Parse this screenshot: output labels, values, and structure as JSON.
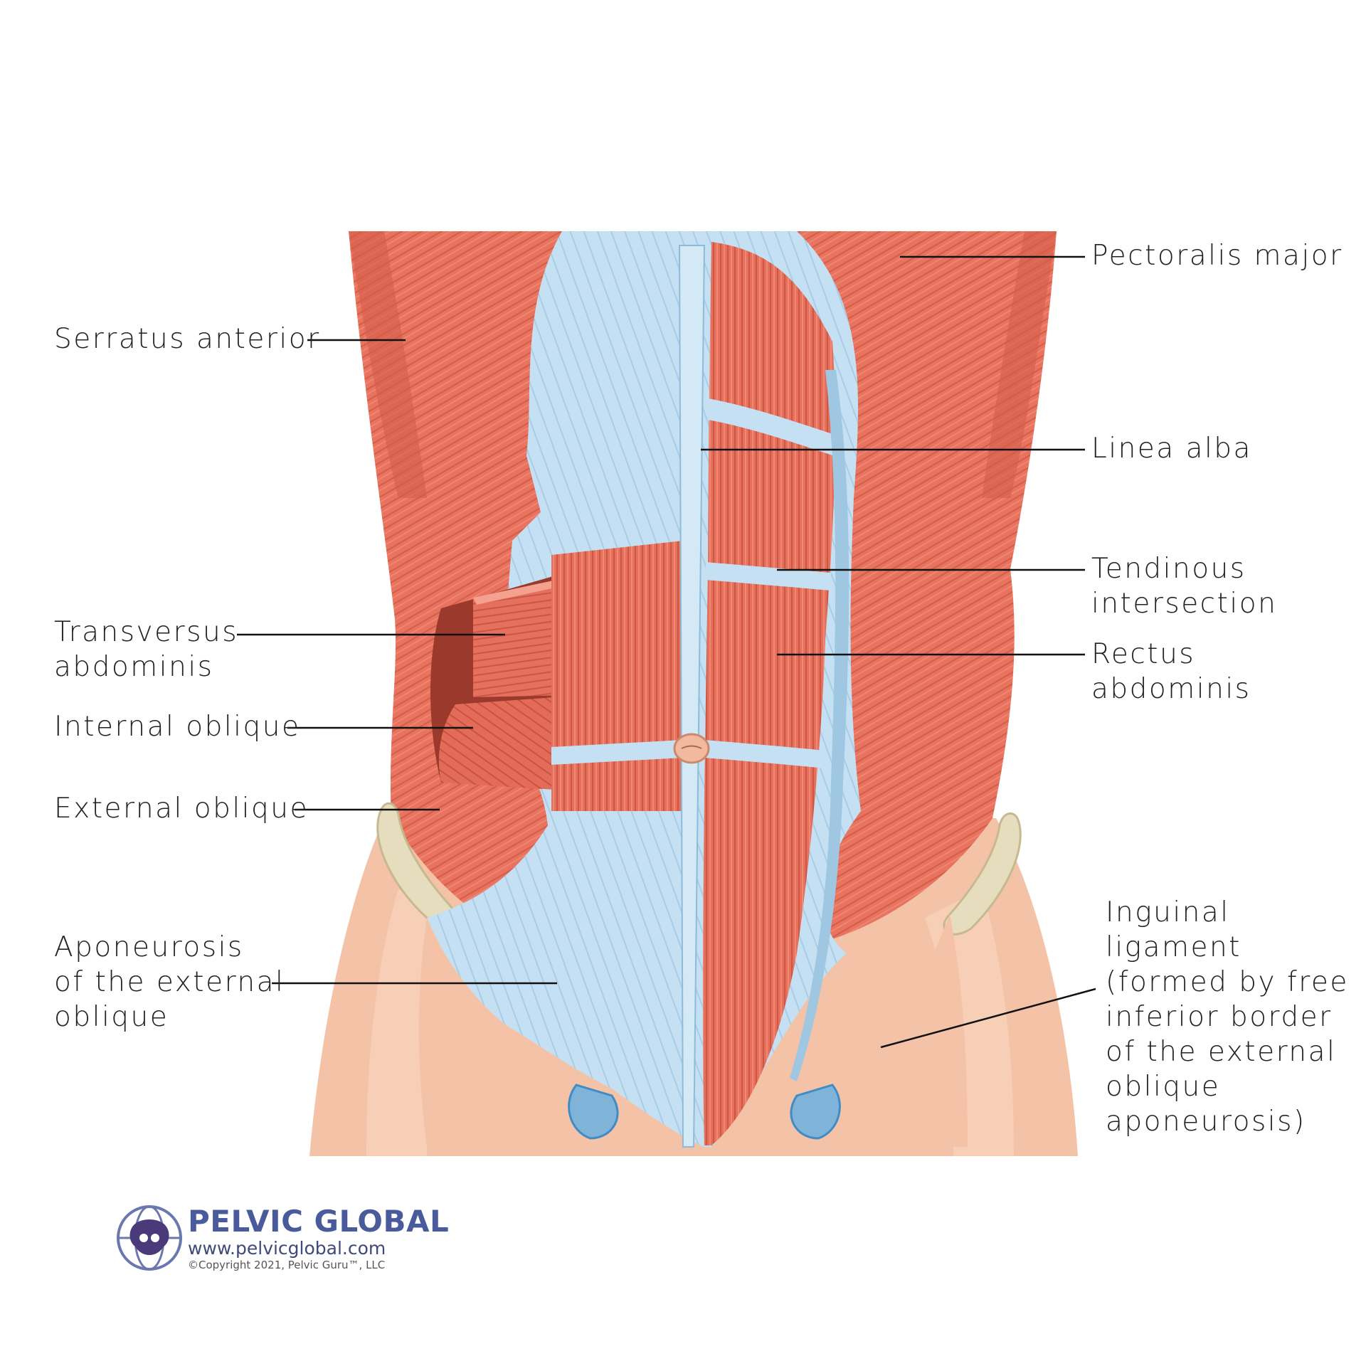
{
  "labels": {
    "pectoralis_major": "Pectoralis major",
    "serratus_anterior": "Serratus anterior",
    "linea_alba": "Linea alba",
    "tendinous_intersection": "Tendinous\nintersection",
    "transversus_abdominis": "Transversus\nabdominis",
    "rectus_abdominis": "Rectus\nabdominis",
    "internal_oblique": "Internal oblique",
    "external_oblique": "External oblique",
    "aponeurosis": "Aponeurosis\nof the external\noblique",
    "inguinal_ligament": "Inguinal\nligament\n(formed by free\ninferior border\nof the external\noblique\naponeurosis)"
  },
  "branding": {
    "title": "PELVIC GLOBAL",
    "url": "www.pelvicglobal.com",
    "copyright": "©Copyright 2021, Pelvic Guru™, LLC"
  },
  "colors": {
    "muscle": "#e8735f",
    "aponeurosis": "#bfdcef",
    "skin": "#f4c3a7",
    "bone": "#e6ddbf",
    "brand": "#4a5b9c"
  }
}
